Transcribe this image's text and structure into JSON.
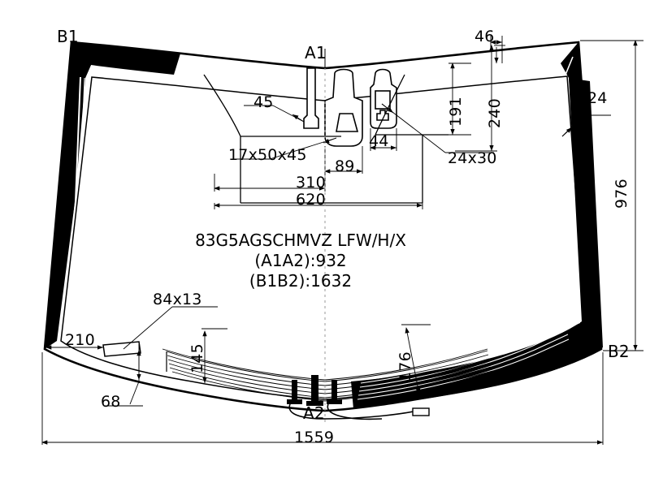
{
  "drawing": {
    "type": "windshield-technical-drawing",
    "part_code": "83G5AGSCHMVZ LFW/H/X",
    "spec_lines": [
      "(A1A2):932",
      "(B1B2):1632"
    ],
    "colors": {
      "line": "#000000",
      "background": "#ffffff",
      "fill_black": "#000000"
    }
  },
  "corner_labels": {
    "top_left": "B1",
    "top_center": "A1",
    "right": "B2",
    "bottom_center": "A2"
  },
  "dimensions": {
    "overall_width": "1559",
    "overall_height": "976",
    "top_right_offset": "46",
    "right_edge_band": "24",
    "sensor_height_inner": "191",
    "sensor_height_outer": "240",
    "mirror_pad": "45",
    "mirror_block": "17x50x45",
    "bracket_width": "89",
    "sensor_gap": "44",
    "sensor_block": "24x30",
    "span_310": "310",
    "span_620": "620",
    "lower_clip": "84x13",
    "left_offset": "210",
    "left_drop": "68",
    "heater_left": "145",
    "heater_right": "176"
  }
}
